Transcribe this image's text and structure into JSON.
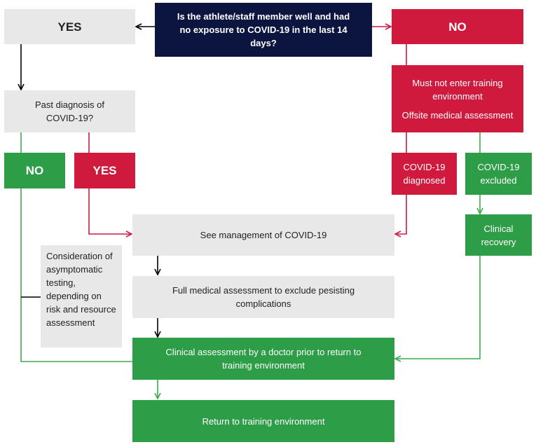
{
  "colors": {
    "navy": "#0c1440",
    "red": "#cf1a3e",
    "green": "#2e9d47",
    "grey": "#e8e8e9",
    "green_line": "#3fa84f",
    "red_line": "#cf1a3e",
    "black_line": "#000000"
  },
  "question": "Is the athlete/staff member well and had no exposure to COVID-19 in the last 14 days?",
  "yes_label": "YES",
  "no_label": "NO",
  "past_diagnosis": "Past diagnosis of COVID-19?",
  "past_no_label": "NO",
  "past_yes_label": "YES",
  "must_not_enter": "Must not enter training environment",
  "offsite_assessment": "Offsite medical assessment",
  "covid_diagnosed": "COVID-19 diagnosed",
  "covid_excluded": "COVID-19 excluded",
  "clinical_recovery": "Clinical recovery",
  "see_management": "See management of COVID-19",
  "full_assessment": "Full medical assessment to exclude pesisting complications",
  "asymptomatic_testing": "Consideration of asymptomatic testing, depending on risk and resource assessment",
  "clinical_assessment": "Clinical assessment by a doctor prior to return to training environment",
  "return_to_training": "Return to training environment"
}
